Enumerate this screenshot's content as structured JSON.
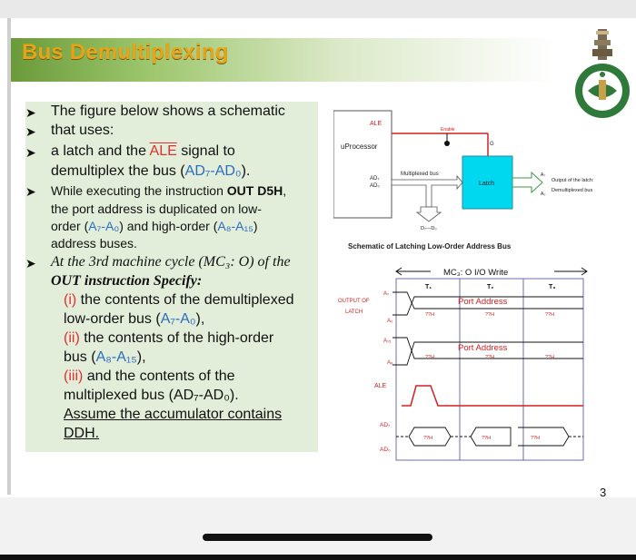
{
  "slide": {
    "title": "Bus Demultiplexing",
    "page_number": "3",
    "bullets": {
      "b1": "The figure below shows a schematic",
      "b2": "that uses:",
      "b3_pre": "a latch and the ",
      "b3_ale": "ALE",
      "b3_post": " signal to",
      "b4_pre": "demultiplex the bus (",
      "b4_bus": "AD₇-AD₀",
      "b4_post": ").",
      "b5_pre": "While executing the instruction ",
      "b5_out": "OUT D5H",
      "b5_post": ",",
      "b6": "the port address is duplicated on low-",
      "b7_pre": "order (",
      "b7_a": "A₇-A₀",
      "b7_mid": ") and high-order (",
      "b7_b": "A₈-A₁₅",
      "b7_post": ")",
      "b8": "address buses.",
      "b9": "At the 3rd machine cycle (MC₃: O) of the",
      "b10": "OUT instruction Specify:",
      "i1_num": "(i)",
      "i1_text": " the contents of the demultiplexed",
      "i1_line2_pre": "low-order bus (",
      "i1_bus": "A₇-A₀",
      "i1_line2_post": "),",
      "i2_num": "(ii)",
      "i2_text": " the contents of the high-order",
      "i2_line2_pre": "bus (",
      "i2_bus": "A₈-A₁₅",
      "i2_line2_post": "),",
      "i3_num": "(iii)",
      "i3_text": " and the contents of the",
      "i3_line2": "multiplexed bus (AD₇-AD₀).",
      "assume1": "Assume the accumulator contains",
      "assume2": "DDH."
    }
  },
  "schematic": {
    "ale": "ALE",
    "enable": "Enable",
    "cpu": "uProcessor",
    "ad7": "AD₇",
    "ad0": "AD₀",
    "mux_bus": "Multiplexed bus",
    "latch": "Latch",
    "g": "G",
    "a7": "A₇",
    "a0": "A₀",
    "out1": "Output of the latch:",
    "out2": "Demultiplexed bus",
    "d_bus": "D₇—D₀",
    "caption": "Schematic of Latching Low-Order Address Bus"
  },
  "timing": {
    "cycle": "MC₃: O   I/O Write",
    "t1": "T₁",
    "t2": "T₂",
    "t3": "T₃",
    "output_of": "OUTPUT OF",
    "latch_lbl": "LATCH",
    "a7": "A₇",
    "a0": "A₀",
    "a15": "A₁₅",
    "a8": "A₈",
    "port_address": "Port Address",
    "qq": "??H",
    "ale": "ALE",
    "ad7": "AD₇",
    "ad0": "AD₀"
  },
  "colors": {
    "title": "#e8a317",
    "accent_red": "#e03030",
    "accent_blue": "#2b6cc0",
    "textbox_bg": "#e2eeda",
    "latch_fill": "#00d8f0",
    "enable_line": "#d42020"
  }
}
